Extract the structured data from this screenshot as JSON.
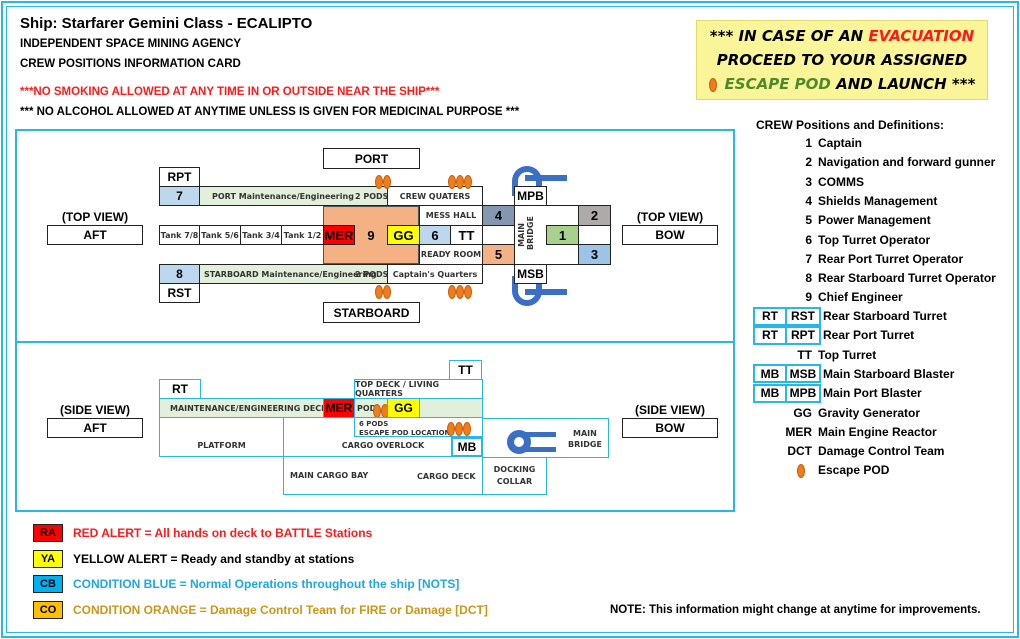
{
  "header": {
    "title": "Ship: Starfarer Gemini Class - ECALIPTO",
    "agency": "INDEPENDENT SPACE MINING AGENCY",
    "card": "CREW POSITIONS INFORMATION CARD",
    "rule_smoking": "***NO SMOKING ALLOWED AT ANY TIME IN OR OUTSIDE NEAR THE SHIP***",
    "rule_alcohol": "*** NO ALCOHOL ALLOWED AT ANYTIME UNLESS IS GIVEN FOR MEDICINAL PURPOSE ***"
  },
  "evacuation": {
    "line1_a": "*** IN CASE OF AN ",
    "line1_b": "EVACUATION",
    "line2": "PROCEED TO YOUR ASSIGNED",
    "line3_a": "ESCAPE POD",
    "line3_b": " AND LAUNCH ***",
    "colors": {
      "red": "#ff1a1a",
      "green": "#4f8a2a",
      "background": "#fbf59a"
    }
  },
  "top_view": {
    "left_caption": "(TOP VIEW)",
    "aft": "AFT",
    "right_caption": "(TOP VIEW)",
    "bow": "BOW",
    "port": "PORT",
    "starboard": "STARBOARD",
    "rpt": "RPT",
    "rst": "RST",
    "seat7": "7",
    "seat8": "8",
    "port_maint": "PORT Maintenance/Engineering",
    "stbd_maint": "STARBOARD Maintenance/Engineering",
    "pods_port": "2 PODS",
    "pods_stbd": "2 PODS",
    "tanks": [
      "Tank 7/8",
      "Tank 5/6",
      "Tank 3/4",
      "Tank 1/2"
    ],
    "mer": "MER",
    "seat9": "9",
    "gg": "GG",
    "seat6": "6",
    "tt": "TT",
    "crew_quarters": "CREW QUATERS",
    "mess_hall": "MESS HALL",
    "ready_room": "READY ROOM",
    "captains_quarters": "Captain's Quarters",
    "seat4": "4",
    "seat5": "5",
    "mpb": "MPB",
    "msb": "MSB",
    "main_bridge": "MAIN BRIDGE",
    "seat1": "1",
    "seat2": "2",
    "seat3": "3"
  },
  "side_view": {
    "left_caption": "(SIDE VIEW)",
    "aft": "AFT",
    "right_caption": "(SIDE VIEW)",
    "bow": "BOW",
    "rt": "RT",
    "tt": "TT",
    "top_deck": "TOP DECK / LIVING QUARTERS",
    "maint_deck": "MAINTENANCE/ENGINEERING DECK",
    "mer": "MER",
    "pod": "POD",
    "gg": "GG",
    "six_pods": "6 PODS",
    "escape_pod_location": "ESCAPE POD LOCATION",
    "platform": "PLATFORM",
    "cargo_overlock": "CARGO OVERLOCK",
    "mb": "MB",
    "main_cargo_bay": "MAIN CARGO BAY",
    "cargo_deck": "CARGO DECK",
    "docking_collar_1": "DOCKING",
    "docking_collar_2": "COLLAR",
    "main_bridge_1": "MAIN",
    "main_bridge_2": "BRIDGE"
  },
  "crew": {
    "heading": "CREW Positions and Definitions:",
    "positions": [
      {
        "code": "1",
        "label": "Captain"
      },
      {
        "code": "2",
        "label": "Navigation and forward gunner"
      },
      {
        "code": "3",
        "label": "COMMS"
      },
      {
        "code": "4",
        "label": "Shields Management"
      },
      {
        "code": "5",
        "label": "Power Management"
      },
      {
        "code": "6",
        "label": "Top Turret Operator"
      },
      {
        "code": "7",
        "label": "Rear Port Turret Operator"
      },
      {
        "code": "8",
        "label": "Rear Starboard Turret Operator"
      },
      {
        "code": "9",
        "label": "Chief Engineer"
      }
    ],
    "definitions": [
      {
        "prefix": "RT",
        "code": "RST",
        "label": "Rear Starboard Turret"
      },
      {
        "prefix": "RT",
        "code": "RPT",
        "label": "Rear Port Turret"
      },
      {
        "prefix": "",
        "code": "TT",
        "label": "Top Turret"
      },
      {
        "prefix": "MB",
        "code": "MSB",
        "label": "Main Starboard Blaster"
      },
      {
        "prefix": "MB",
        "code": "MPB",
        "label": "Main Port Blaster"
      },
      {
        "prefix": "",
        "code": "GG",
        "label": "Gravity Generator"
      },
      {
        "prefix": "",
        "code": "MER",
        "label": "Main Engine Reactor"
      },
      {
        "prefix": "",
        "code": "DCT",
        "label": "Damage Control Team"
      },
      {
        "prefix": "",
        "code": "pod-icon",
        "label": "Escape POD"
      }
    ]
  },
  "alerts": [
    {
      "badge": "RA",
      "text": "RED ALERT = All hands on deck to BATTLE Stations",
      "badge_color": "#ff0000",
      "text_color": "#ff1a1a"
    },
    {
      "badge": "YA",
      "text": "YELLOW ALERT = Ready and standby at stations",
      "badge_color": "#ffff00",
      "text_color": "#000000"
    },
    {
      "badge": "CB",
      "text": "CONDITION BLUE = Normal Operations throughout the ship [NOTS]",
      "badge_color": "#00b0f0",
      "text_color": "#1fa8e0"
    },
    {
      "badge": "CO",
      "text": "CONDITION ORANGE = Damage Control Team for FIRE or Damage [DCT]",
      "badge_color": "#ffc000",
      "text_color": "#c9971a"
    }
  ],
  "note": "NOTE: This information might change at anytime for improvements."
}
